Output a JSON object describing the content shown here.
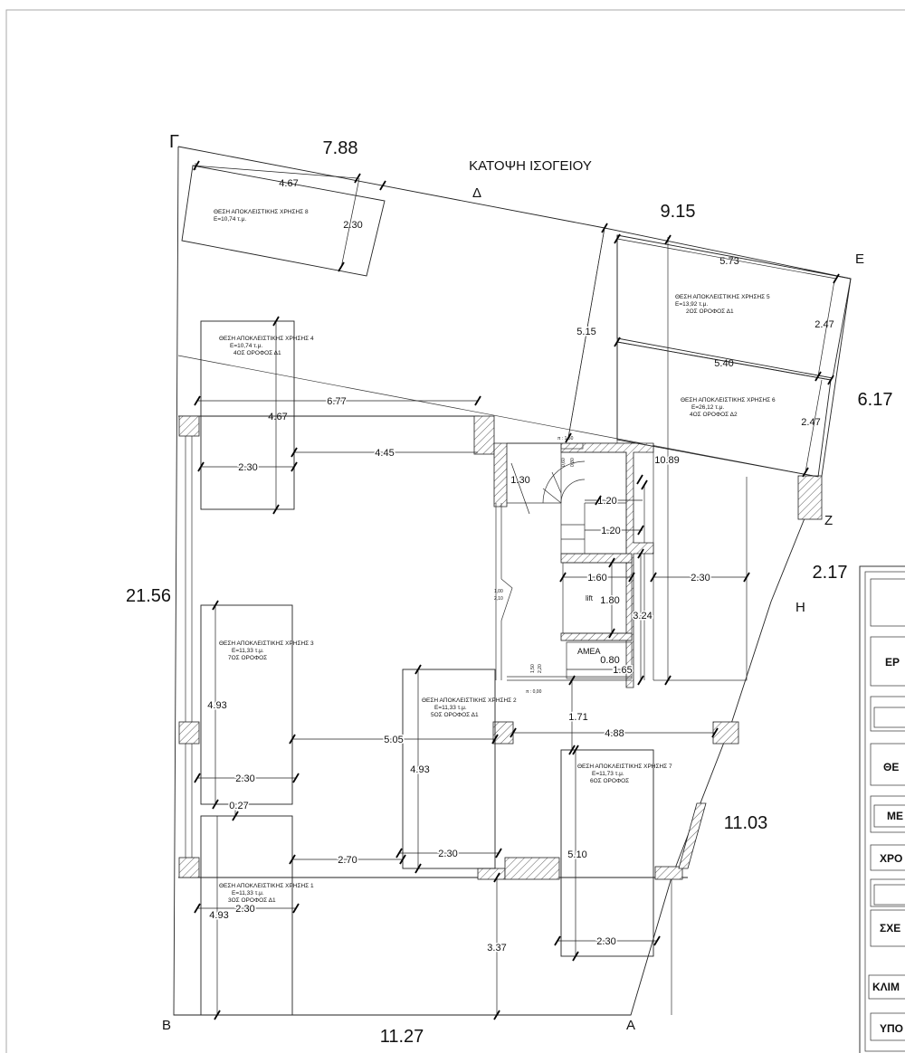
{
  "title": "ΚΑΤΟΨΗ ΙΣΟΓΕΙΟΥ",
  "vertices": {
    "gamma": "Γ",
    "delta": "Δ",
    "epsilon": "Ε",
    "zeta": "Ζ",
    "eta": "Η",
    "alpha": "Α",
    "beta": "Β"
  },
  "boundary_lengths": {
    "gamma_delta": "7.88",
    "delta_epsilon": "9.15",
    "epsilon_zeta": "6.17",
    "zeta_eta": "2.17",
    "eta_alpha": "11.03",
    "alpha_beta": "11.27",
    "beta_gamma": "21.56"
  },
  "parking": {
    "p8": {
      "name": "ΘΕΣΗ ΑΠΟΚΛΕΙΣΤΙΚΗΣ ΧΡΗΣΗΣ 8",
      "area": "E=10,74 τ.μ.",
      "length": "4.67",
      "width": "2.30"
    },
    "p4": {
      "name": "ΘΕΣΗ ΑΠΟΚΛΕΙΣΤΙΚΗΣ ΧΡΗΣΗΣ 4",
      "area": "E=10,74 τ.μ.",
      "floor": "4ΟΣ ΟΡΟΦΟΣ Δ1",
      "length": "4.67",
      "width": "2.30"
    },
    "p5": {
      "name": "ΘΕΣΗ ΑΠΟΚΛΕΙΣΤΙΚΗΣ ΧΡΗΣΗΣ 5",
      "area": "E=13,92 τ.μ.",
      "floor": "2ΟΣ ΟΡΟΦΟΣ Δ1",
      "length": "5.73",
      "width": "2.47"
    },
    "p6": {
      "name": "ΘΕΣΗ ΑΠΟΚΛΕΙΣΤΙΚΗΣ ΧΡΗΣΗΣ 6",
      "area": "E=26,12 τ.μ.",
      "floor": "4ΟΣ ΟΡΟΦΟΣ Δ2",
      "length": "5.40",
      "width": "2.47"
    },
    "p3": {
      "name": "ΘΕΣΗ ΑΠΟΚΛΕΙΣΤΙΚΗΣ ΧΡΗΣΗΣ 3",
      "area": "E=11,33 τ.μ.",
      "floor": "7ΟΣ ΟΡΟΦΟΣ",
      "length": "4.93",
      "width": "2.30"
    },
    "p2": {
      "name": "ΘΕΣΗ ΑΠΟΚΛΕΙΣΤΙΚΗΣ ΧΡΗΣΗΣ 2",
      "area": "E=11,33 τ.μ.",
      "floor": "5ΟΣ ΟΡΟΦΟΣ Δ1",
      "length": "4.93",
      "width": "2.30"
    },
    "p7": {
      "name": "ΘΕΣΗ ΑΠΟΚΛΕΙΣΤΙΚΗΣ ΧΡΗΣΗΣ 7",
      "area": "E=11,73 τ.μ.",
      "floor": "6ΟΣ ΟΡΟΦΟΣ",
      "length": "5.10",
      "width": "2.30"
    },
    "p1": {
      "name": "ΘΕΣΗ ΑΠΟΚΛΕΙΣΤΙΚΗΣ ΧΡΗΣΗΣ 1",
      "area": "E=11,33 τ.μ.",
      "floor": "3ΟΣ ΟΡΟΦΟΣ Δ1",
      "length": "4.93",
      "width": "2.30"
    }
  },
  "dimensions": {
    "d515": "5.15",
    "d677": "6.77",
    "d445": "4.45",
    "d1089": "10.89",
    "d130": "1.30",
    "d120a": "1.20",
    "d120b": "1.20",
    "d160": "1.60",
    "d180": "1.80",
    "d230_right": "2.30",
    "d324": "3.24",
    "d080": "0.80",
    "d165": "1.65",
    "d171": "1.71",
    "d488": "4.88",
    "d505": "5.05",
    "d027": "0.27",
    "d270": "2.70",
    "d337": "3.37"
  },
  "core": {
    "lift": "lift",
    "amea": "ΑΜΕΑ",
    "level_top": "π : 1,50",
    "level_bottom": "π : 0,00",
    "door_w": "1,00",
    "door_h": "2,10",
    "win_a": "0,60",
    "win_b": "0,80",
    "door2_a": "1,50",
    "door2_b": "2,20"
  },
  "titleblock_rows": [
    "ΕΡ",
    "ΘΕ",
    "ΜΕ",
    "ΧΡΟ",
    "ΣΧΕ",
    "ΚΛΙΜ",
    "ΥΠΟ"
  ]
}
